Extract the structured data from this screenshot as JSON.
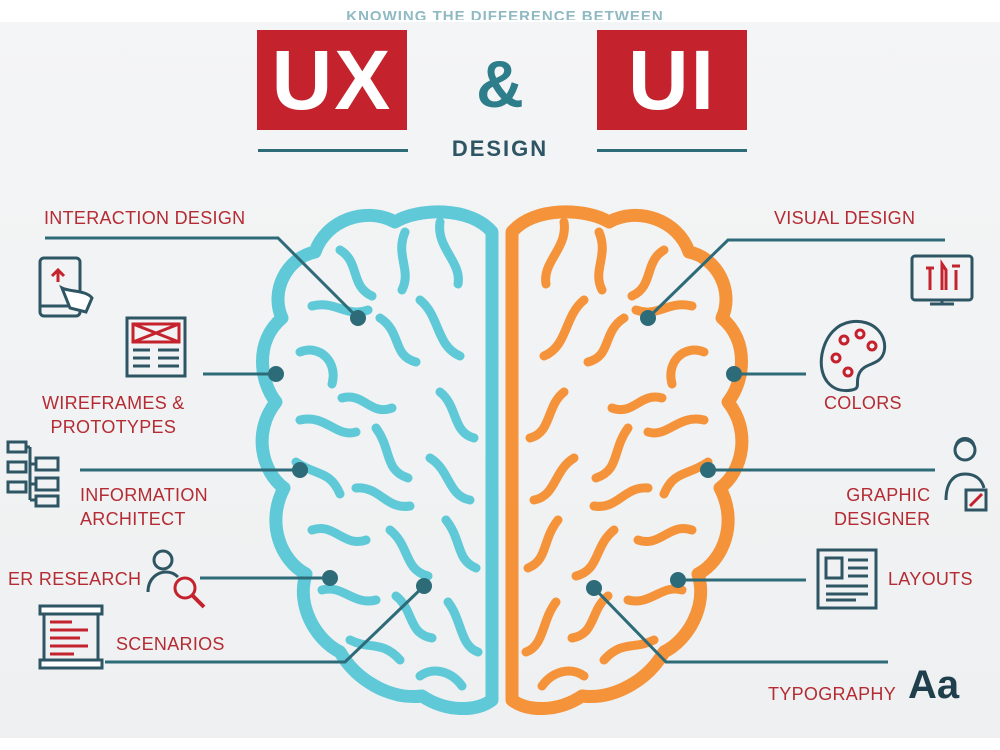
{
  "header": {
    "caption": "KNOWING THE DIFFERENCE BETWEEN",
    "ux_badge": "UX",
    "ampersand": "&",
    "ui_badge": "UI",
    "design_word": "DESIGN"
  },
  "ux_labels": {
    "interaction_design": "INTERACTION DESIGN",
    "wireframes_line1": "WIREFRAMES &",
    "wireframes_line2": "PROTOTYPES",
    "information_line1": "INFORMATION",
    "information_line2": "ARCHITECT",
    "user_research": "ER RESEARCH",
    "scenarios": "SCENARIOS"
  },
  "ui_labels": {
    "visual_design": "VISUAL DESIGN",
    "colors": "COLORS",
    "graphic_line1": "GRAPHIC",
    "graphic_line2": "DESIGNER",
    "layouts": "LAYOUTS",
    "typography": "TYPOGRAPHY",
    "typography_glyph": "Aa"
  },
  "icons": [
    "tablet-touch-icon",
    "wireframe-icon",
    "sitemap-icon",
    "user-search-icon",
    "scenario-scroll-icon",
    "monitor-tools-icon",
    "palette-icon",
    "designer-icon",
    "layout-icon",
    "typography-icon"
  ],
  "colors": {
    "ux_brain": "#5fc9d8",
    "ui_brain": "#f5933a",
    "badge_red": "#c4232d",
    "accent_teal": "#2e6b78",
    "label_red": "#b52b33"
  }
}
